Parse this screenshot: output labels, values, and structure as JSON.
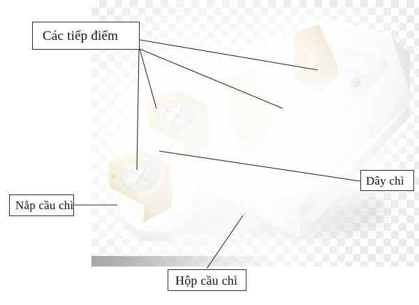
{
  "figure": {
    "subject": "Hộp cầu chì và nắp cầu chì (fuse box and fuse cap)",
    "background": "checkerboard-transparency"
  },
  "labels": {
    "contacts": "Các tiếp điểm",
    "cap": "Nắp cầu chì",
    "wire": "Dây chì",
    "box": "Hộp cầu chì"
  },
  "colors": {
    "line": "#2b2b2b",
    "box_border": "#2b2b2b",
    "box_fill": "#ffffff",
    "text": "#10100c",
    "brass": "#c9a227",
    "brass_light": "#e8d48a",
    "plastic_white": "#fbfbfb",
    "plastic_shadow": "#cfcfcf",
    "checker": "#ebebeb",
    "wire_grey": "#6b6b6b"
  }
}
